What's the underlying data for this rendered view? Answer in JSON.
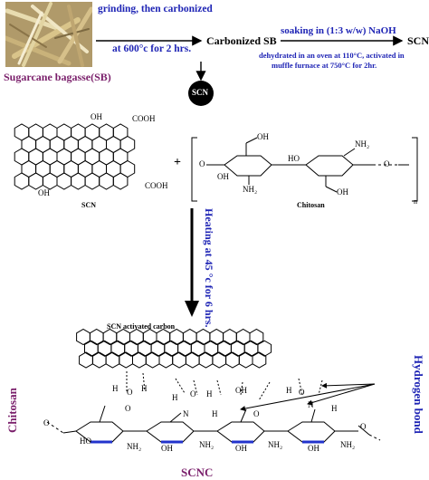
{
  "colors": {
    "blue": "#1f25b5",
    "purple": "#7a1f6b",
    "chitosan_bold_blue": "#2233cc"
  },
  "step1": {
    "source_label": "Sugarcane bagasse(SB)",
    "arrow1_top": "grinding, then carbonized",
    "arrow1_bottom": "at 600°c for 2 hrs.",
    "intermediate": "Carbonized SB",
    "arrow2_top": "soaking in (1:3 w/w) NaOH",
    "arrow2_bottom_line1": "dehydrated in an oven at 110°C, activated in",
    "arrow2_bottom_line2": "muffle furnace at 750°C for 2hr.",
    "product": "SCN"
  },
  "circle_label": "SCN",
  "reactants": {
    "scn_label": "SCN",
    "plus": "+",
    "chitosan_label": "Chitosan",
    "subscript_n": "n",
    "groups": {
      "oh": "OH",
      "cooh": "COOH",
      "nh2": "NH₂",
      "o": "O"
    }
  },
  "reaction_arrow_label": "Heating at 45 °c for 6 hrs.",
  "product": {
    "scn_activated_label": "SCN activated carbon",
    "chitosan_side_label": "Chitosan",
    "hydrogen_bond_label": "Hydrogen bond",
    "final_label": "SCNC",
    "groups": {
      "h": "H",
      "o": "O",
      "n": "N",
      "oh": "OH",
      "nh2": "NH₂",
      "ho": "HO"
    }
  }
}
